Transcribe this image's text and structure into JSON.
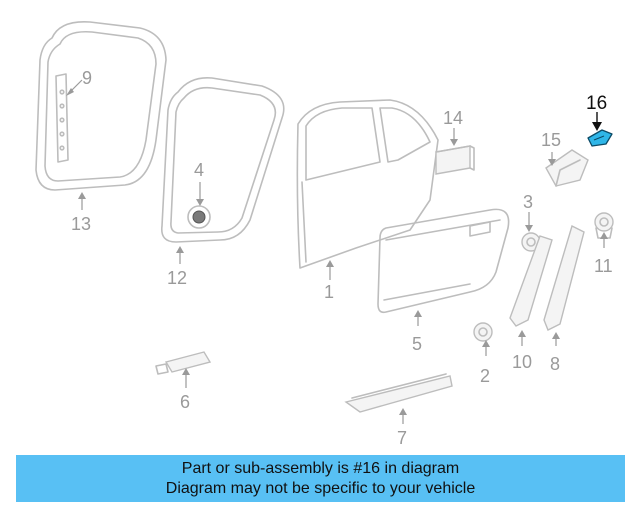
{
  "callouts": {
    "c1": "1",
    "c2": "2",
    "c3": "3",
    "c4": "4",
    "c5": "5",
    "c6": "6",
    "c7": "7",
    "c8": "8",
    "c9": "9",
    "c10": "10",
    "c11": "11",
    "c12": "12",
    "c13": "13",
    "c14": "14",
    "c15": "15",
    "c16": "16"
  },
  "highlight": {
    "part": "16",
    "color": "#2fb6e8"
  },
  "banner": {
    "line1": "Part or sub-assembly is #16 in diagram",
    "line2": "Diagram may not be specific to your vehicle",
    "color": "#58c0f4"
  }
}
